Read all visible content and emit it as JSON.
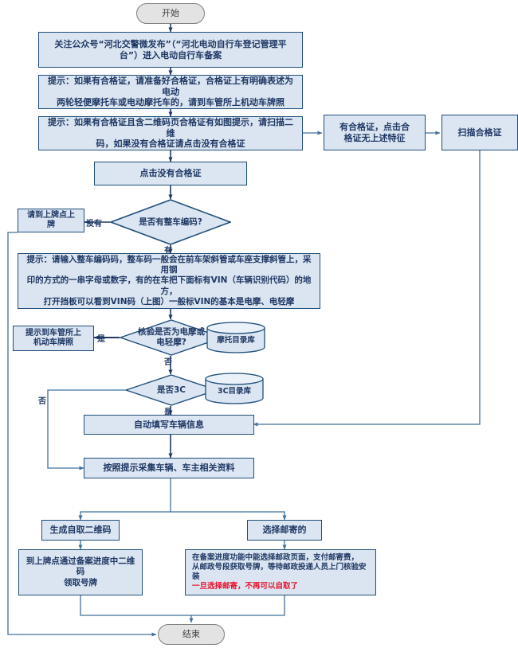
{
  "diagram": {
    "title_start": "开始",
    "title_end": "结束",
    "colors": {
      "node_fill": "#dbe5f1",
      "node_border": "#1f4e79",
      "terminator_fill": "#e3e3e3",
      "terminator_border": "#7f7f7f",
      "text": "#1f3864",
      "warning_text": "#e8112d",
      "connector": "#41719c"
    }
  },
  "nodes": {
    "start": {
      "label": "开始",
      "type": "terminator"
    },
    "follow_account": {
      "type": "process",
      "lines": [
        "关注公众号“河北交警微发布”（“河北电动自行车登记管理平",
        "台”）进入电动自行车备案"
      ]
    },
    "tip_certificate": {
      "type": "process",
      "lines": [
        "提示：如果有合格证，请准备好合格证，合格证上有明确表述为电动",
        "两轮轻便摩托车或电动摩托车的，请到车管所上机动车牌照"
      ]
    },
    "tip_qrcode": {
      "type": "process",
      "lines": [
        "提示：如果有合格证且含二维码页合格证有如图提示，请扫描二维",
        "码，如果没有合格证请点击没有合格证"
      ]
    },
    "has_cert_click": {
      "type": "process",
      "lines": [
        "有合格证，点击合",
        "格证无上述特征"
      ]
    },
    "scan_cert": {
      "type": "process",
      "lines": [
        "扫描合格证"
      ]
    },
    "click_no_cert": {
      "type": "process",
      "lines": [
        "点击没有合格证"
      ]
    },
    "decision_vehicle_code": {
      "type": "decision",
      "lines": [
        "是否有整车编码?"
      ]
    },
    "go_plate_point": {
      "type": "process",
      "lines": [
        "请到上牌点上",
        "牌"
      ]
    },
    "tip_vin": {
      "type": "process",
      "lines": [
        "提示：请输入整车编码码，整车码一般会在前车架斜管或车座支撑斜管上，采用钢",
        "印的方式的一串字母或数字，有的在车把下面标有VIN（车辆识别代码）的地方，",
        "打开挡板可以看到VIN码（上图）一般标VIN的基本是电摩、电轻摩"
      ]
    },
    "decision_is_moto": {
      "type": "decision",
      "lines": [
        "核验是否为电摩或",
        "电轻摩?"
      ]
    },
    "db_moto": {
      "type": "database",
      "label": "摩托目录库"
    },
    "tip_go_vehicle_admin": {
      "type": "process",
      "lines": [
        "提示到车管所上",
        "机动车牌照"
      ]
    },
    "decision_3c": {
      "type": "decision",
      "lines": [
        "是否3C"
      ]
    },
    "db_3c": {
      "type": "database",
      "label": "3C目录库"
    },
    "auto_fill": {
      "type": "process",
      "lines": [
        "自动填写车辆信息"
      ]
    },
    "collect_info": {
      "type": "process",
      "lines": [
        "按照提示采集车辆、车主相关资料"
      ]
    },
    "gen_pickup_qr": {
      "type": "process",
      "lines": [
        "生成自取二维码"
      ]
    },
    "choose_mail": {
      "type": "process",
      "lines": [
        "选择邮寄的"
      ]
    },
    "pickup_at_point": {
      "type": "process",
      "lines": [
        "到上牌点通过备案进度中二维码",
        "领取号牌"
      ]
    },
    "mail_detail": {
      "type": "process",
      "lines": [
        "在备案进度功能中能选择邮政页面，支付邮寄费，",
        "从邮政号段获取号牌，等待邮政投递人员上门核验安装"
      ],
      "warning_line": "一旦选择邮寄，不再可以自取了"
    },
    "end": {
      "label": "结束",
      "type": "terminator"
    }
  },
  "edge_labels": {
    "no_code": "没有",
    "has_code": "有",
    "moto_yes": "是",
    "moto_no": "否",
    "c3_yes": "是",
    "c3_no": "否"
  }
}
